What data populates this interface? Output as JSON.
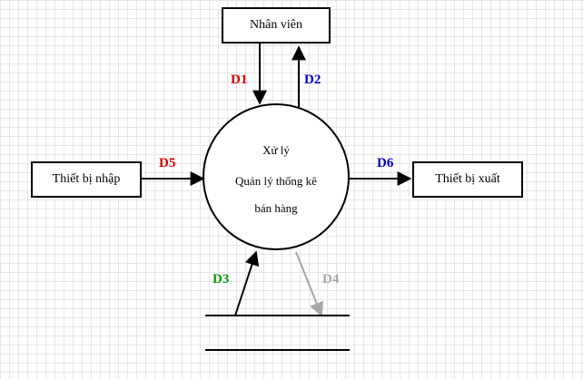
{
  "entities": {
    "employee": "Nhân viên",
    "input_device": "Thiết bị nhập",
    "output_device": "Thiết bị xuất"
  },
  "process": {
    "line1": "Xử lý",
    "line2": "Quản lý thống kê",
    "line3": "bán hàng"
  },
  "flows": {
    "d1": "D1",
    "d2": "D2",
    "d3": "D3",
    "d4": "D4",
    "d5": "D5",
    "d6": "D6"
  },
  "colors": {
    "d1": "#e00000",
    "d2": "#0000d0",
    "d3": "#00a000",
    "d4": "#a6a6a6",
    "d5": "#e00000",
    "d6": "#0000d0",
    "line": "#000000",
    "grid": "#e6e6e6"
  }
}
